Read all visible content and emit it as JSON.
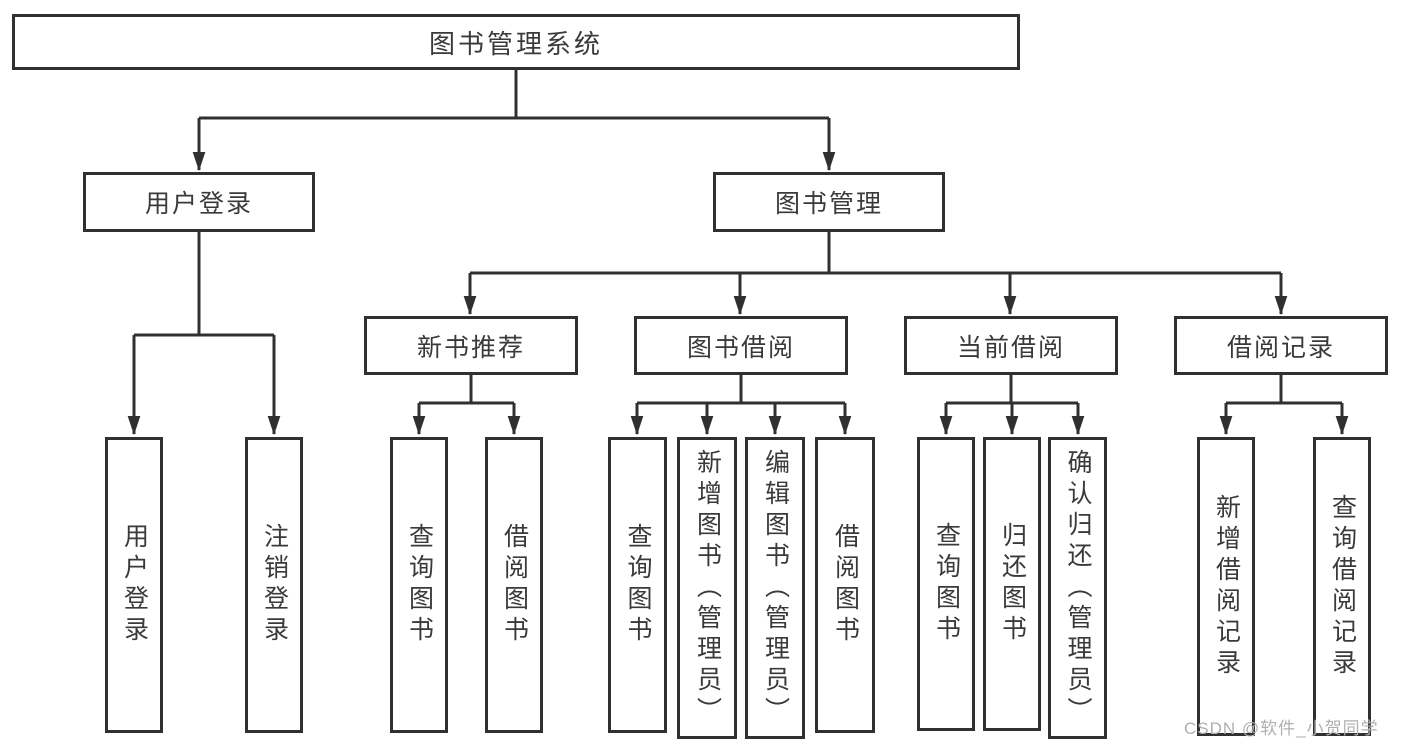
{
  "diagram": {
    "title": "图书管理系统",
    "colors": {
      "line": "#303030",
      "text": "#3a3a3a",
      "watermark": "#afafaf",
      "background": "#ffffff"
    },
    "root": {
      "label": "图书管理系统"
    },
    "branches": [
      {
        "label": "用户登录",
        "children": [
          {
            "label": "用户登录"
          },
          {
            "label": "注销登录"
          }
        ]
      },
      {
        "label": "图书管理",
        "sections": [
          {
            "label": "新书推荐",
            "children": [
              {
                "label": "查询图书"
              },
              {
                "label": "借阅图书"
              }
            ]
          },
          {
            "label": "图书借阅",
            "children": [
              {
                "label": "查询图书"
              },
              {
                "label": "新增图书（管理员）"
              },
              {
                "label": "编辑图书（管理员）"
              },
              {
                "label": "借阅图书"
              }
            ]
          },
          {
            "label": "当前借阅",
            "children": [
              {
                "label": "查询图书"
              },
              {
                "label": "归还图书"
              },
              {
                "label": "确认归还（管理员）"
              }
            ]
          },
          {
            "label": "借阅记录",
            "children": [
              {
                "label": "新增借阅记录"
              },
              {
                "label": "查询借阅记录"
              }
            ]
          }
        ]
      }
    ],
    "watermark": "CSDN @软件_小贺同学"
  }
}
